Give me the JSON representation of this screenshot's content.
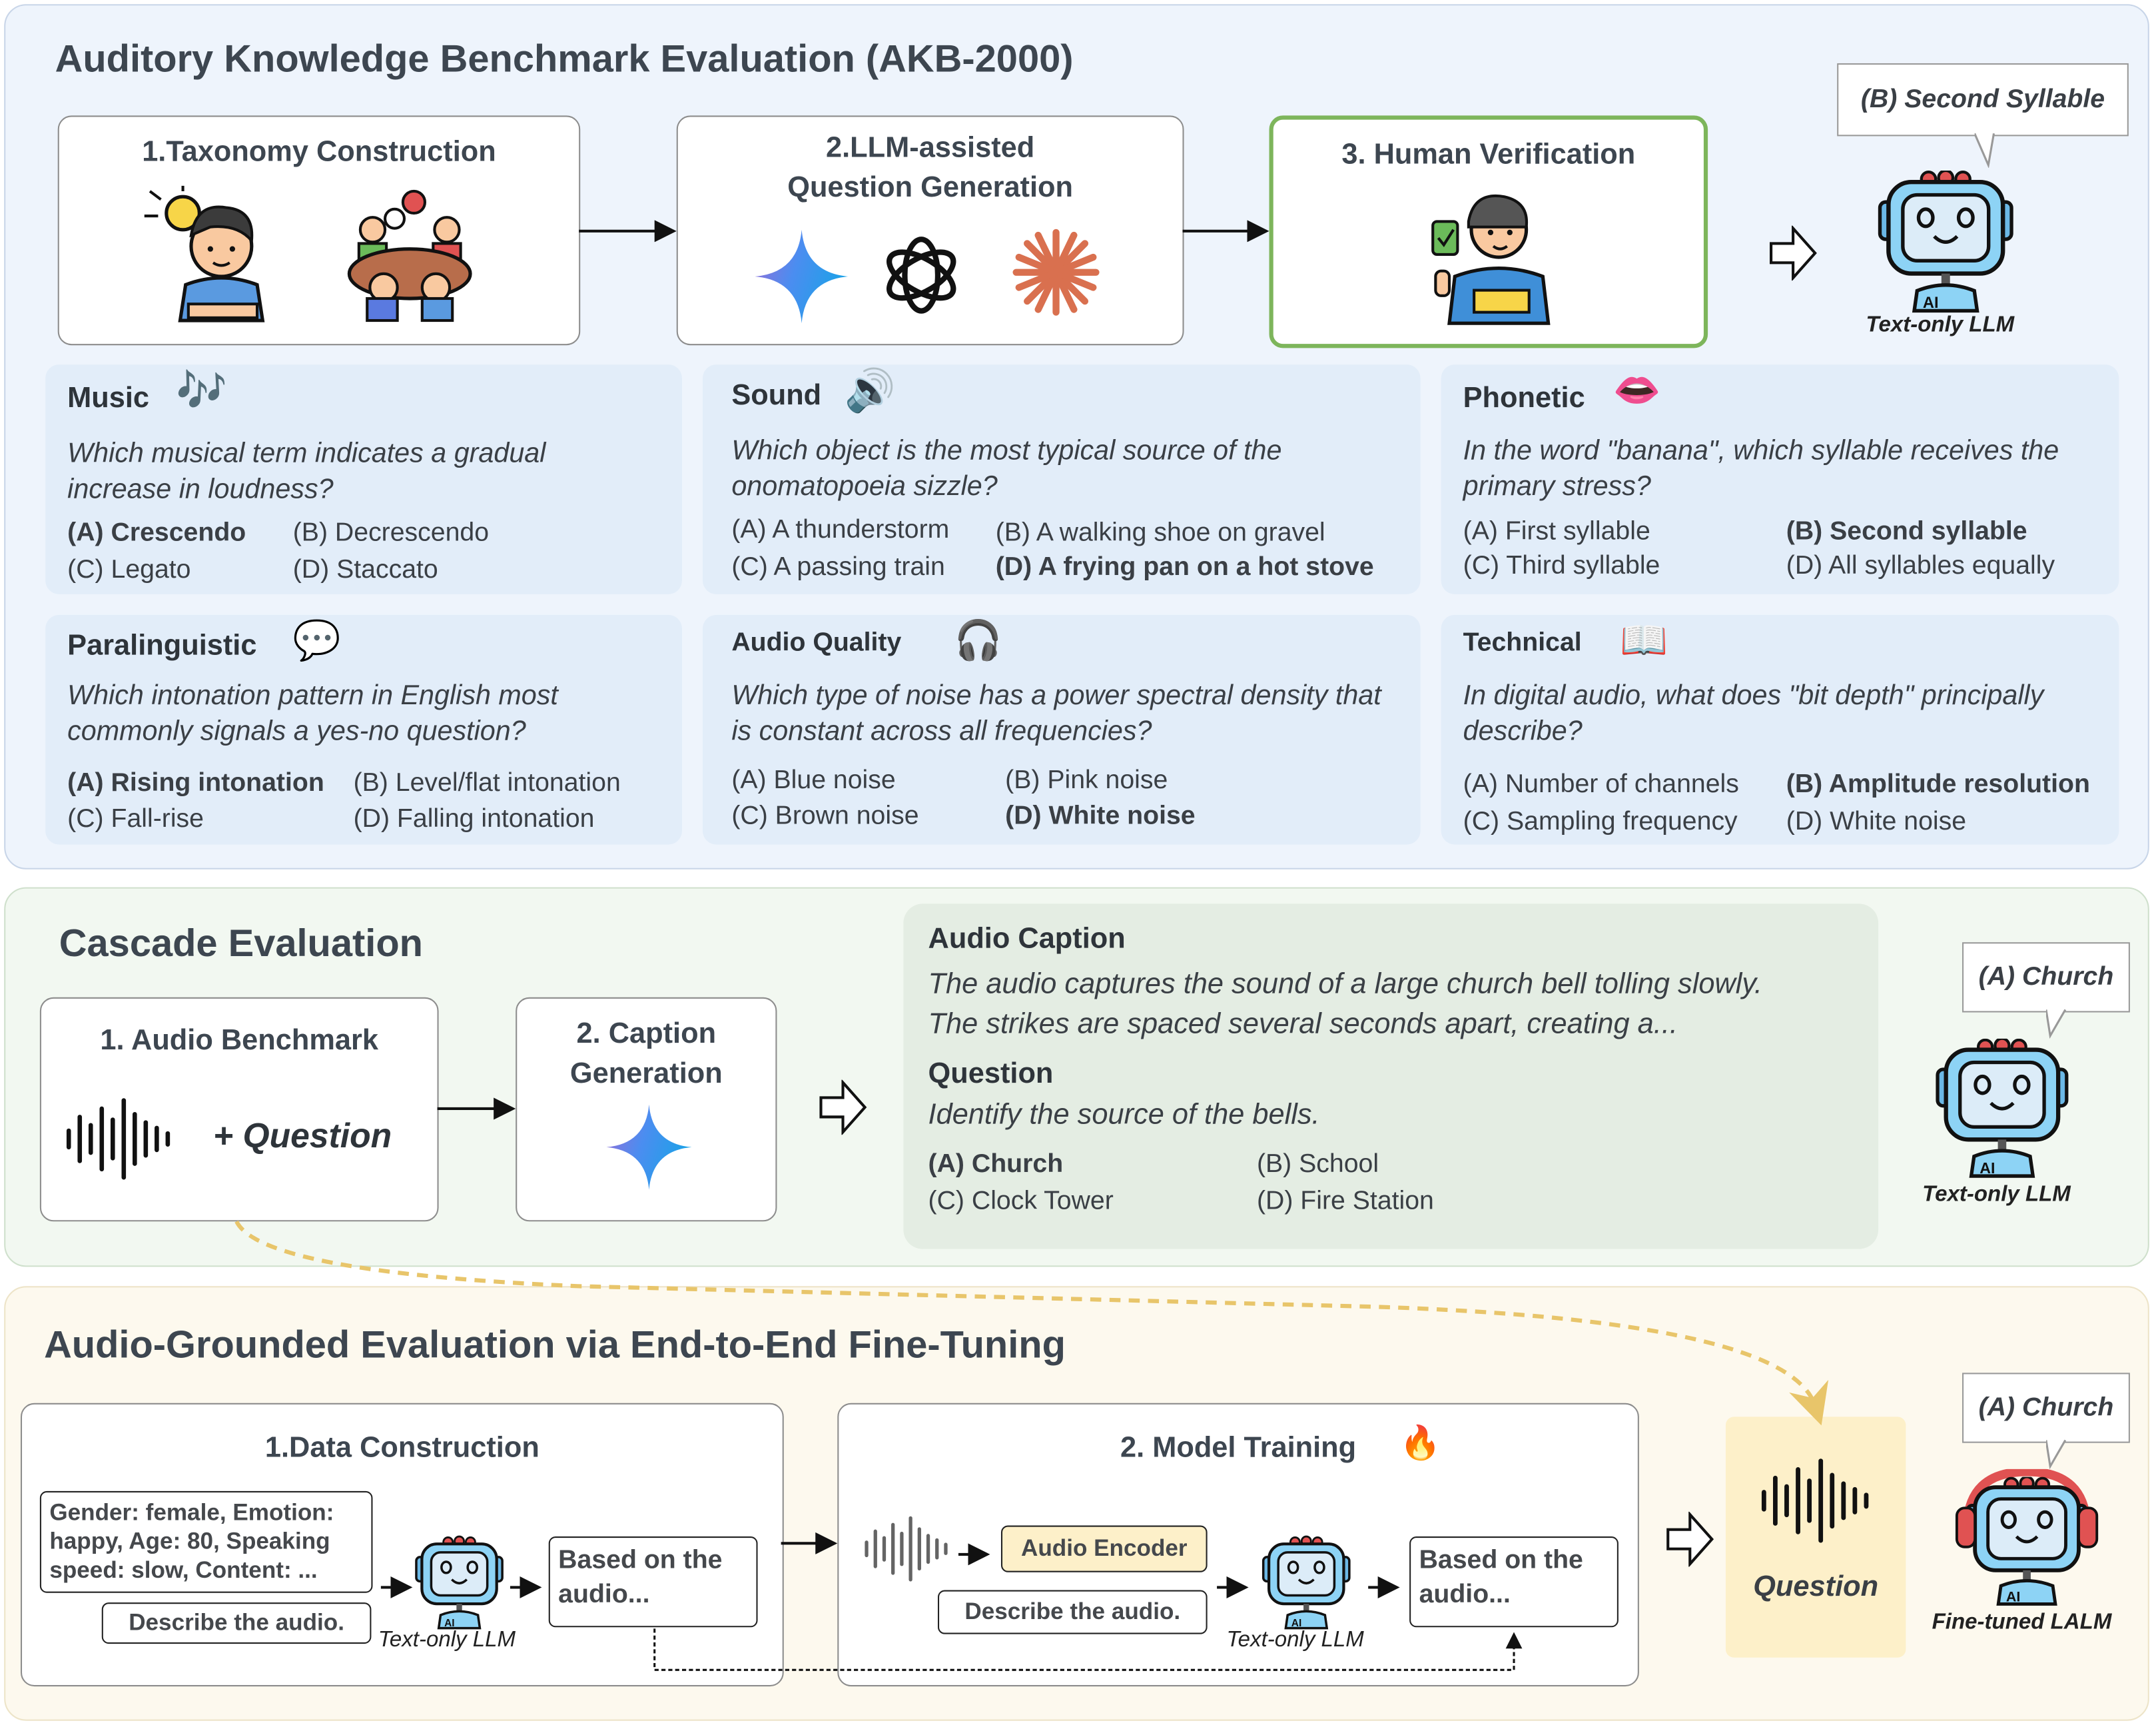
{
  "akb": {
    "title": "Auditory Knowledge Benchmark Evaluation (AKB-2000)",
    "steps": [
      {
        "label": "1.Taxonomy Construction"
      },
      {
        "label_line1": "2.LLM-assisted",
        "label_line2": "Question Generation"
      },
      {
        "label": "3. Human Verification"
      }
    ],
    "answer_bubble": "(B) Second Syllable",
    "model_label": "Text-only LLM",
    "categories": [
      {
        "title": "Music",
        "icon": "musical-notes-icon",
        "question": "Which musical term indicates a gradual increase in loudness?",
        "options": [
          "(A) Crescendo",
          "(B) Decrescendo",
          "(C) Legato",
          "(D) Staccato"
        ],
        "correct": 0
      },
      {
        "title": "Sound",
        "icon": "speaker-icon",
        "question": "Which object is the most typical source of the onomatopoeia sizzle?",
        "options": [
          "(A) A thunderstorm",
          "(B) A walking shoe on gravel",
          "(C) A passing train",
          "(D) A frying pan on a hot stove"
        ],
        "correct": 3
      },
      {
        "title": "Phonetic",
        "icon": "lips-icon",
        "question": "In the word \"banana\", which syllable receives the primary stress?",
        "options": [
          "(A) First syllable",
          "(B) Second syllable",
          "(C) Third syllable",
          "(D) All syllables equally"
        ],
        "correct": 1
      },
      {
        "title": "Paralinguistic",
        "icon": "heart-speech-icon",
        "question": "Which intonation pattern in English most commonly signals a yes-no question?",
        "options": [
          "(A) Rising intonation",
          "(B) Level/flat intonation",
          "(C) Fall-rise",
          "(D) Falling intonation"
        ],
        "correct": 0
      },
      {
        "title": "Audio Quality",
        "icon": "headphones-icon",
        "question": "Which type of noise has a power spectral density that is constant across all frequencies?",
        "options": [
          "(A) Blue noise",
          "(B) Pink noise",
          "(C) Brown noise",
          "(D) White noise"
        ],
        "correct": 3
      },
      {
        "title": "Technical",
        "icon": "book-icon",
        "question": "In digital audio, what does \"bit depth\" principally describe?",
        "options": [
          "(A) Number of channels",
          "(B) Amplitude resolution",
          "(C) Sampling frequency",
          "(D) White noise"
        ],
        "correct": 1
      }
    ]
  },
  "cascade": {
    "title": "Cascade Evaluation",
    "step1": "1. Audio Benchmark",
    "step1_plus": "+ Question",
    "step2_line1": "2. Caption",
    "step2_line2": "Generation",
    "caption_heading": "Audio Caption",
    "caption_line1": "The audio captures the sound of a large church bell tolling slowly.",
    "caption_line2": "The strikes are spaced several seconds apart, creating a...",
    "question_heading": "Question",
    "question": "Identify the source of the bells.",
    "options": [
      "(A) Church",
      "(B) School",
      "(C) Clock Tower",
      "(D) Fire Station"
    ],
    "correct": 0,
    "answer_bubble": "(A) Church",
    "model_label": "Text-only LLM"
  },
  "grounded": {
    "title": "Audio-Grounded Evaluation via End-to-End Fine-Tuning",
    "data_construction": {
      "title": "1.Data Construction",
      "metadata": "Gender: female, Emotion: happy, Age: 80, Speaking speed: slow, Content: ...",
      "prompt": "Describe the audio.",
      "model_label": "Text-only LLM",
      "output": "Based on the audio..."
    },
    "model_training": {
      "title": "2. Model Training",
      "encoder": "Audio Encoder",
      "prompt": "Describe the audio.",
      "model_label": "Text-only LLM",
      "output": "Based on the audio..."
    },
    "question_label": "Question",
    "answer_bubble": "(A) Church",
    "model_label": "Fine-tuned LALM"
  },
  "colors": {
    "correct_text": "#3a3f45",
    "verify_border": "#7db55b",
    "encoder_bg": "#fdf0c9",
    "dashed_arrow": "#e8c56a"
  }
}
